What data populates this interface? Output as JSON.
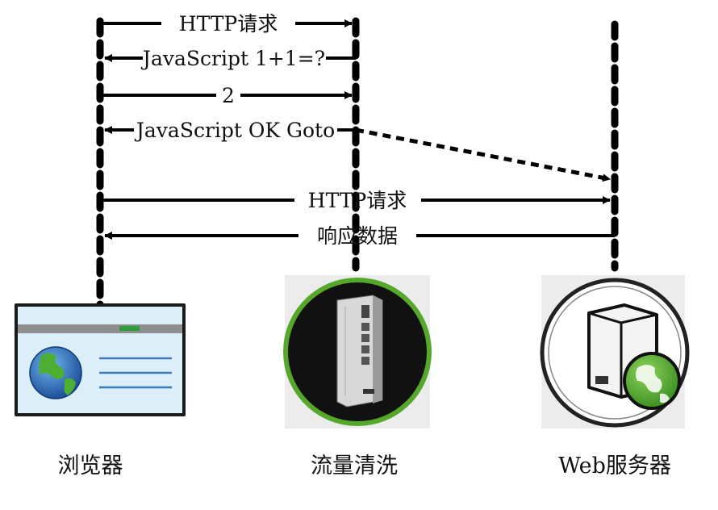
{
  "messages": [
    {
      "text": "HTTP请求"
    },
    {
      "text": "JavaScript 1+1=?"
    },
    {
      "text": "2"
    },
    {
      "text": "JavaScript OK Goto"
    },
    {
      "text": "HTTP请求"
    },
    {
      "text": "响应数据"
    }
  ],
  "participants": [
    {
      "label": "浏览器",
      "icon": "browser-window-globe-icon"
    },
    {
      "label": "流量清洗",
      "icon": "network-appliance-icon"
    },
    {
      "label": "Web服务器",
      "icon": "web-server-globe-icon"
    }
  ],
  "colors": {
    "line": "#000000",
    "browser_frame": "#1a1a1a",
    "browser_screen": "#dceef7",
    "browser_bar": "#8e8e8e",
    "progress_green": "#2f9e3a",
    "globe_blue": "#1f5aa6",
    "globe_green": "#4caf32",
    "appliance_ring": "#55a82a",
    "icon_bg": "#ececec"
  }
}
